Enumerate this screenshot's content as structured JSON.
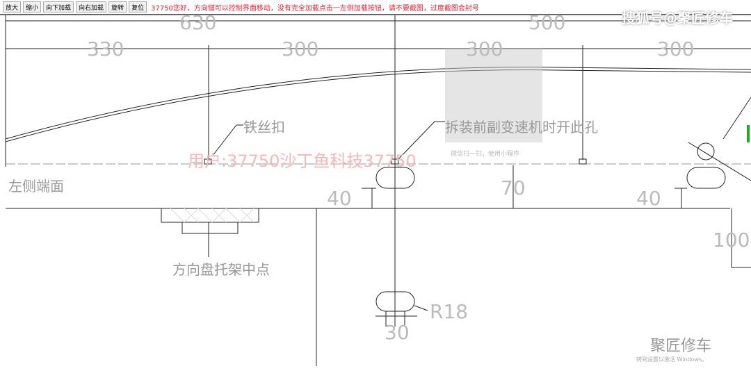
{
  "toolbar": {
    "buttons": [
      "放大",
      "缩小",
      "向下加载",
      "向右加载",
      "旋转",
      "复位"
    ],
    "notice": "37750您好，方向键可以控制界面移动，没有完全加载点击一左侧加载按钮，请不要截图，过度截图会封号"
  },
  "watermarks": {
    "sohu": "搜狐号@聚匠修车",
    "user": "用户:37750沙丁鱼科技37750",
    "brand": "聚匠修车",
    "windows": "转到设置以激活 Windows。",
    "qr_caption": "微信扫一扫，使用小程序"
  },
  "drawing": {
    "dims": {
      "d630": "630",
      "d500": "500",
      "d330": "330",
      "d300a": "300",
      "d300b": "300",
      "d300c": "300",
      "d40a": "40",
      "d70": "70",
      "d40b": "40",
      "d100": "100",
      "r18": "R18",
      "d30": "30"
    },
    "labels": {
      "wire": "铁丝扣",
      "hole": "拆装前副变速机时开此孔",
      "left_end": "左侧端面",
      "center": "方向盘托架中点"
    }
  }
}
